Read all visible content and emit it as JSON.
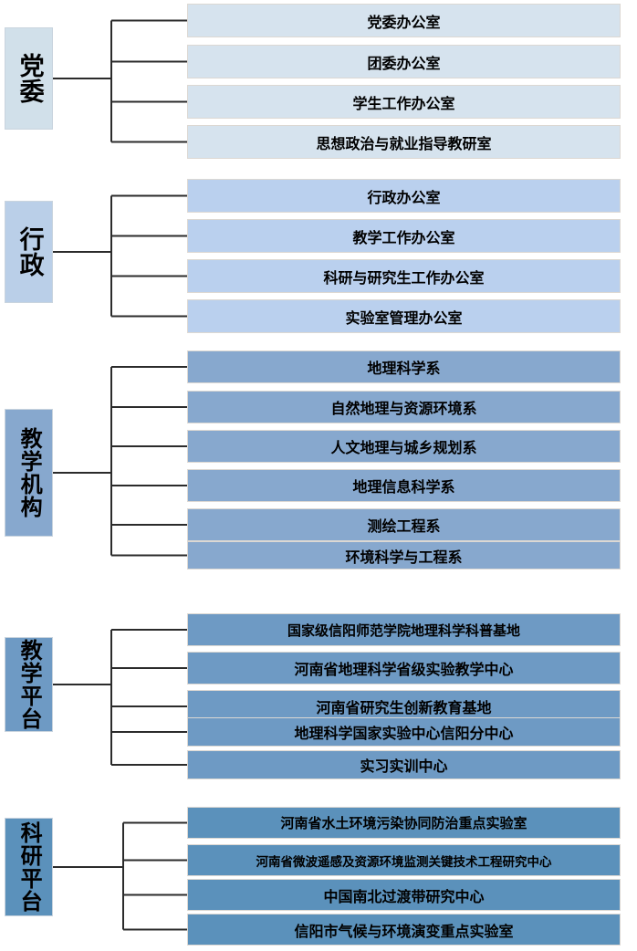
{
  "diagram": {
    "type": "organization-chart",
    "title": "",
    "orientation": "horizontal-tree",
    "colors": {
      "group1_fill": "#d6e3ee",
      "group1_parent_fill": "#d1e0ea",
      "group2_fill": "#bad0ee",
      "group2_parent_fill": "#bacfe8",
      "group3_fill": "#87a8ce",
      "group3_parent_fill": "#87a8ce",
      "group4_fill": "#6e9ac4",
      "group4_parent_fill": "#6e9ac4",
      "group5_fill": "#5b91bb",
      "group5_parent_fill": "#5b91bb",
      "connector": "#2b2b2b",
      "text": "#000000",
      "background": "#ffffff"
    },
    "groups": [
      {
        "id": "party-committee",
        "parent_label": "党委",
        "children": [
          "党委办公室",
          "团委办公室",
          "学生工作办公室",
          "思想政治与就业指导教研室"
        ]
      },
      {
        "id": "administration",
        "parent_label": "行政",
        "children": [
          "行政办公室",
          "教学工作办公室",
          "科研与研究生工作办公室",
          "实验室管理办公室"
        ]
      },
      {
        "id": "teaching-organizations",
        "parent_label": "教学机构",
        "children": [
          "地理科学系",
          "自然地理与资源环境系",
          "人文地理与城乡规划系",
          "地理信息科学系",
          "测绘工程系",
          "环境科学与工程系"
        ]
      },
      {
        "id": "teaching-platform",
        "parent_label": "教学平台",
        "children": [
          "国家级信阳师范学院地理科学科普基地",
          "河南省地理科学省级实验教学中心",
          "河南省研究生创新教育基地",
          "地理科学国家实验中心信阳分中心",
          "实习实训中心"
        ]
      },
      {
        "id": "research-platform",
        "parent_label": "科研平台",
        "children": [
          "河南省水土环境污染协同防治重点实验室",
          "河南省微波遥感及资源环境监测关键技术工程研究中心",
          "中国南北过渡带研究中心",
          "信阳市气候与环境演变重点实验室"
        ]
      }
    ]
  }
}
